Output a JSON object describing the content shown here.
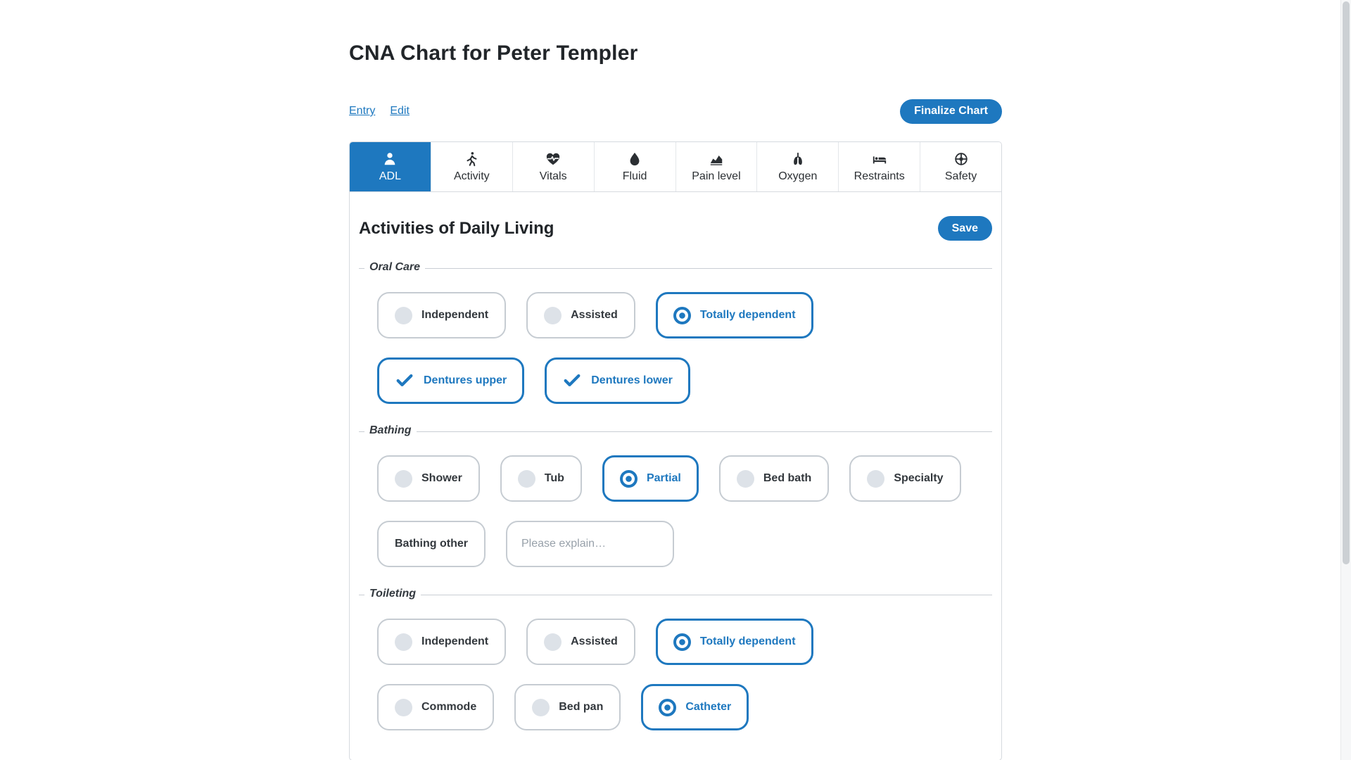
{
  "page": {
    "title": "CNA Chart for Peter Templer"
  },
  "toolbar": {
    "entry_link": "Entry",
    "edit_link": "Edit",
    "finalize_button": "Finalize Chart"
  },
  "tabs": [
    {
      "label": "ADL",
      "icon": "person-icon",
      "active": true
    },
    {
      "label": "Activity",
      "icon": "walking-person-icon",
      "active": false
    },
    {
      "label": "Vitals",
      "icon": "heart-pulse-icon",
      "active": false
    },
    {
      "label": "Fluid",
      "icon": "droplet-icon",
      "active": false
    },
    {
      "label": "Pain level",
      "icon": "area-chart-icon",
      "active": false
    },
    {
      "label": "Oxygen",
      "icon": "lungs-icon",
      "active": false
    },
    {
      "label": "Restraints",
      "icon": "bed-icon",
      "active": false
    },
    {
      "label": "Safety",
      "icon": "life-ring-icon",
      "active": false
    }
  ],
  "adl": {
    "title": "Activities of Daily Living",
    "save_button": "Save",
    "oral_care": {
      "legend": "Oral Care",
      "options": [
        {
          "label": "Independent",
          "selected": false
        },
        {
          "label": "Assisted",
          "selected": false
        },
        {
          "label": "Totally dependent",
          "selected": true
        }
      ],
      "dentures": [
        {
          "label": "Dentures upper",
          "checked": true
        },
        {
          "label": "Dentures lower",
          "checked": true
        }
      ]
    },
    "bathing": {
      "legend": "Bathing",
      "options": [
        {
          "label": "Shower",
          "selected": false
        },
        {
          "label": "Tub",
          "selected": false
        },
        {
          "label": "Partial",
          "selected": true
        },
        {
          "label": "Bed bath",
          "selected": false
        },
        {
          "label": "Specialty",
          "selected": false
        }
      ],
      "other": {
        "label": "Bathing other",
        "checked": false,
        "placeholder": "Please explain…"
      }
    },
    "toileting": {
      "legend": "Toileting",
      "assistance_options": [
        {
          "label": "Independent",
          "selected": false
        },
        {
          "label": "Assisted",
          "selected": false
        },
        {
          "label": "Totally dependent",
          "selected": true
        }
      ],
      "method_options": [
        {
          "label": "Commode",
          "selected": false
        },
        {
          "label": "Bed pan",
          "selected": false
        },
        {
          "label": "Catheter",
          "selected": true
        }
      ]
    }
  },
  "colors": {
    "accent": "#1e78bf",
    "pill_border": "#c6ccd2",
    "text_dark": "#212529"
  }
}
